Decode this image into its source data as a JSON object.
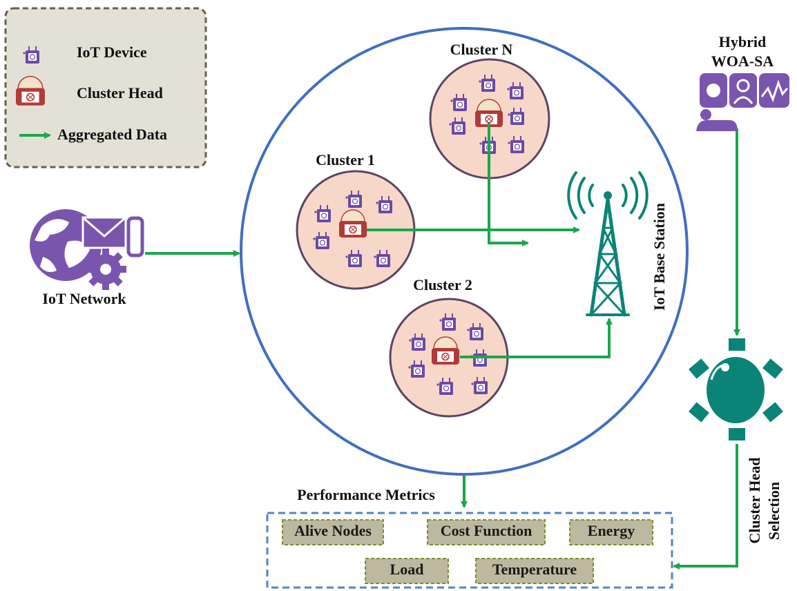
{
  "legend": {
    "device_label": "IoT Device",
    "head_label": "Cluster Head",
    "data_label": "Aggregated  Data"
  },
  "network_label": "IoT Network",
  "clusters": [
    {
      "label": "Cluster N"
    },
    {
      "label": "Cluster 1"
    },
    {
      "label": "Cluster 2"
    }
  ],
  "base_station_label": "IoT Base Station",
  "woa": {
    "line1": "Hybrid",
    "line2": "WOA-SA"
  },
  "ch_selection": {
    "line1": "Cluster Head",
    "line2": "Selection"
  },
  "metrics": {
    "title": "Performance Metrics",
    "items": [
      "Alive Nodes",
      "Cost Function",
      "Energy",
      "Load",
      "Temperature"
    ]
  },
  "colors": {
    "arrow": "#1aa64b",
    "main_circle": "#3f6fbf",
    "cluster_fill": "#f7d7c8",
    "cluster_stroke": "#5a4566",
    "device": "#6a4aa6",
    "head": "#b33a3a",
    "icon_purple": "#7a55ad",
    "teal": "#0b8478",
    "legend_bg": "#e3e0d6",
    "legend_border": "#6b5e45",
    "metric_box": "#bdb8a0",
    "metrics_border": "#4f86c0"
  }
}
